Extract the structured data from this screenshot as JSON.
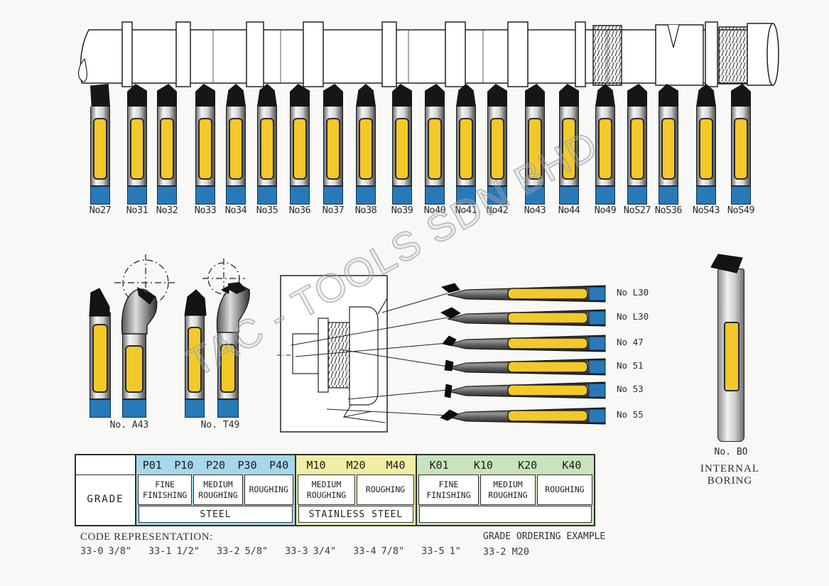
{
  "watermark": {
    "text": "TAC - TOOLS SDN BHD"
  },
  "top_row": {
    "tools": [
      {
        "label": "No27"
      },
      {
        "label": "No31"
      },
      {
        "label": "No32"
      },
      {
        "label": "No33"
      },
      {
        "label": "No34"
      },
      {
        "label": "No35"
      },
      {
        "label": "No36"
      },
      {
        "label": "No37"
      },
      {
        "label": "No38"
      },
      {
        "label": "No39"
      },
      {
        "label": "No40"
      },
      {
        "label": "No41"
      },
      {
        "label": "No42"
      },
      {
        "label": "No43"
      },
      {
        "label": "No44"
      },
      {
        "label": "No49"
      },
      {
        "label": "NoS27"
      },
      {
        "label": "NoS36"
      },
      {
        "label": "NoS43"
      },
      {
        "label": "NoS49"
      }
    ]
  },
  "detail_tools": {
    "left_label": "No. A43",
    "right_label": "No. T49"
  },
  "boring_bars": {
    "items": [
      {
        "label": "No L30"
      },
      {
        "label": "No L30"
      },
      {
        "label": "No 47"
      },
      {
        "label": "No 51"
      },
      {
        "label": "No 53"
      },
      {
        "label": "No 55"
      }
    ]
  },
  "internal_boring": {
    "label": "No. BO",
    "caption": "INTERNAL BORING"
  },
  "grade_table": {
    "row_label": "GRADE",
    "groups": [
      {
        "name": "P",
        "color": "#A6D7EA",
        "grades": [
          "P01",
          "P10",
          "P20",
          "P30",
          "P40"
        ],
        "applications": [
          "FINE\nFINISHING",
          "MEDIUM\nROUGHING",
          "ROUGHING"
        ],
        "material": "STEEL"
      },
      {
        "name": "M",
        "color": "#F1EFA4",
        "grades": [
          "M10",
          "M20",
          "M40"
        ],
        "applications": [
          "MEDIUM\nROUGHING",
          "ROUGHING"
        ],
        "material": "STAINLESS STEEL"
      },
      {
        "name": "K",
        "color": "#C8E3BD",
        "grades": [
          "K01",
          "K10",
          "K20",
          "K40"
        ],
        "applications": [
          "FINE\nFINISHING",
          "MEDIUM\nROUGHING",
          "ROUGHING"
        ],
        "material": ""
      }
    ]
  },
  "code_representation": {
    "title": "CODE REPRESENTATION:",
    "codes": [
      {
        "code": "33-0",
        "size": "3/8\""
      },
      {
        "code": "33-1",
        "size": "1/2\""
      },
      {
        "code": "33-2",
        "size": "5/8\""
      },
      {
        "code": "33-3",
        "size": "3/4\""
      },
      {
        "code": "33-4",
        "size": "7/8\""
      },
      {
        "code": "33-5",
        "size": "1\""
      }
    ]
  },
  "ordering_example": {
    "title": "GRADE ORDERING EXAMPLE",
    "value": "33-2 M20"
  },
  "colors": {
    "insert_yellow": "#F3C929",
    "shank_blue": "#2879B8",
    "table_blue": "#A6D7EA",
    "table_yellow": "#F1EFA4",
    "table_green": "#C8E3BD"
  }
}
